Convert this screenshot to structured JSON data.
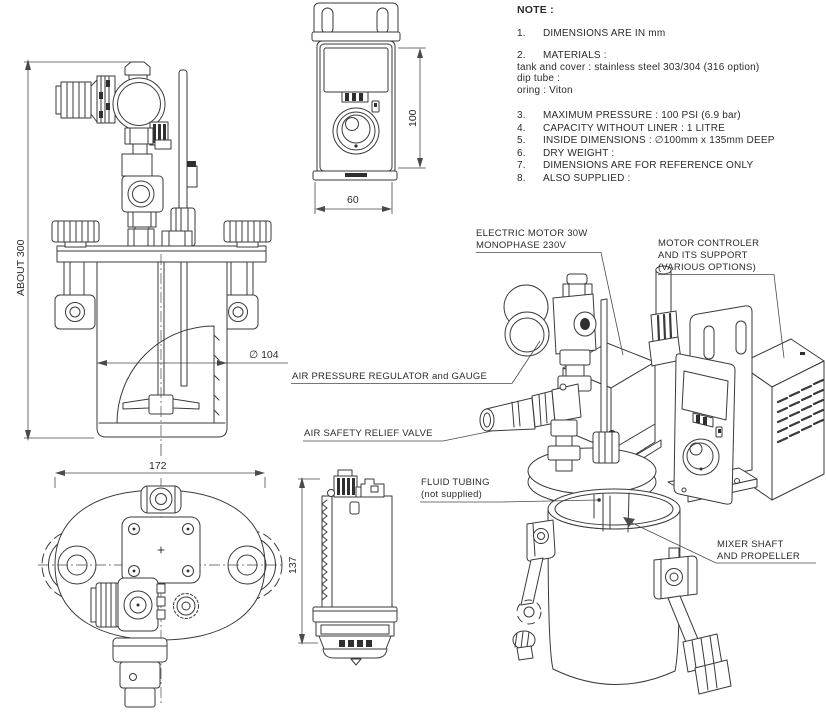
{
  "colors": {
    "line": "#3a3a3a",
    "text": "#2b2b2b",
    "bg": "#ffffff"
  },
  "notes": {
    "title": "NOTE :",
    "items": [
      {
        "num": "1.",
        "text": "DIMENSIONS ARE IN mm"
      },
      {
        "num": "2.",
        "text": "MATERIALS :"
      },
      {
        "num": "3.",
        "text": "MAXIMUM PRESSURE : 100 PSI (6.9 bar)"
      },
      {
        "num": "4.",
        "text": "CAPACITY WITHOUT LINER : 1 LITRE"
      },
      {
        "num": "5.",
        "text": "INSIDE DIMENSIONS : ∅100mm x 135mm DEEP"
      },
      {
        "num": "6.",
        "text": "DRY WEIGHT :"
      },
      {
        "num": "7.",
        "text": "DIMENSIONS ARE FOR REFERENCE ONLY"
      },
      {
        "num": "8.",
        "text": "ALSO SUPPLIED :"
      }
    ],
    "materials_lines": [
      "tank and cover : stainless steel 303/304 (316 option)",
      "dip tube :",
      "oring : Viton"
    ]
  },
  "callouts": {
    "electric_motor_1": "ELECTRIC MOTOR 30W",
    "electric_motor_2": "MONOPHASE 230V",
    "motor_controller_1": "MOTOR CONTROLER",
    "motor_controller_2": "AND ITS SUPPORT",
    "motor_controller_3": "(VARIOUS OPTIONS)",
    "air_pressure_regulator": "AIR PRESSURE REGULATOR and GAUGE",
    "air_safety_relief_valve": "AIR SAFETY RELIEF VALVE",
    "fluid_tubing_1": "FLUID TUBING",
    "fluid_tubing_2": "(not supplied)",
    "mixer_shaft_1": "MIXER SHAFT",
    "mixer_shaft_2": "AND PROPELLER"
  },
  "dimensions": {
    "overall_height": "ABOUT 300",
    "tank_inner_diameter": "∅ 104",
    "cover_width": "172",
    "motor_height": "137",
    "controller_height": "100",
    "controller_width": "60"
  }
}
